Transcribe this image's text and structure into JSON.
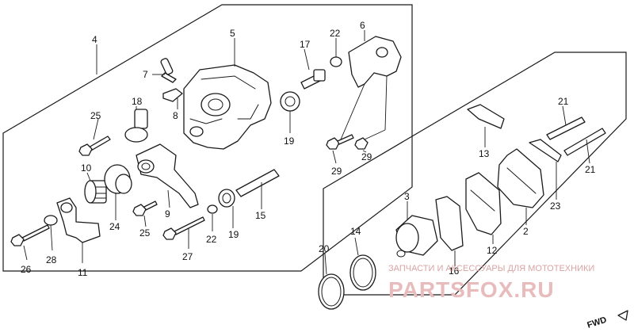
{
  "diagram": {
    "part_numbers": [
      "2",
      "3",
      "4",
      "5",
      "6",
      "7",
      "8",
      "9",
      "10",
      "11",
      "12",
      "13",
      "14",
      "15",
      "16",
      "17",
      "18",
      "19",
      "19",
      "20",
      "21",
      "21",
      "22",
      "22",
      "23",
      "24",
      "25",
      "25",
      "26",
      "27",
      "28",
      "29",
      "29"
    ]
  },
  "watermark": {
    "tagline": "ЗАПЧАСТИ И АКСЕССУАРЫ ДЛЯ МОТОТЕХНИКИ",
    "brand": "PARTSFOX.RU"
  },
  "direction": {
    "label": "FWD"
  },
  "colors": {
    "line": "#1a1a1a",
    "watermark": "#e8bcbc"
  }
}
